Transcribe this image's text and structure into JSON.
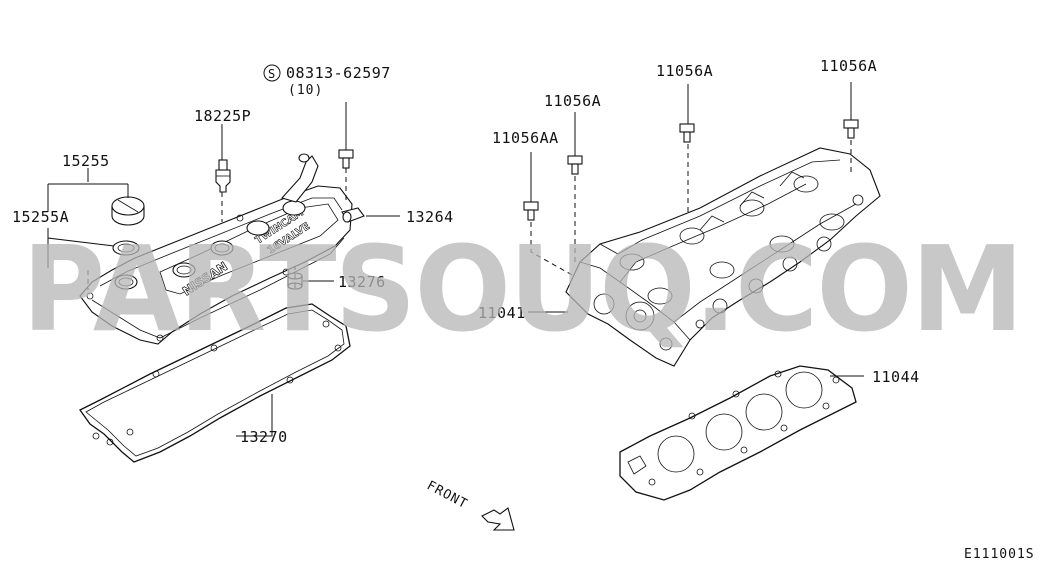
{
  "watermark": "PARTSOUQ.COM",
  "diagram_code": "E111001S",
  "front_label": "FRONT",
  "cover_text": [
    "NISSAN",
    "TWINCAM",
    "16VALVE"
  ],
  "part_labels": {
    "p15255": "15255",
    "p15255A": "15255A",
    "p18225P": "18225P",
    "p08313": "08313-62597",
    "p08313_qty": "(10)",
    "p08313_prefix": "S",
    "p13264": "13264",
    "p13276": "13276",
    "p13270": "13270",
    "p11056AA": "11056AA",
    "p11056A_1": "11056A",
    "p11056A_2": "11056A",
    "p11056A_3": "11056A",
    "p11041": "11041",
    "p11044": "11044"
  }
}
